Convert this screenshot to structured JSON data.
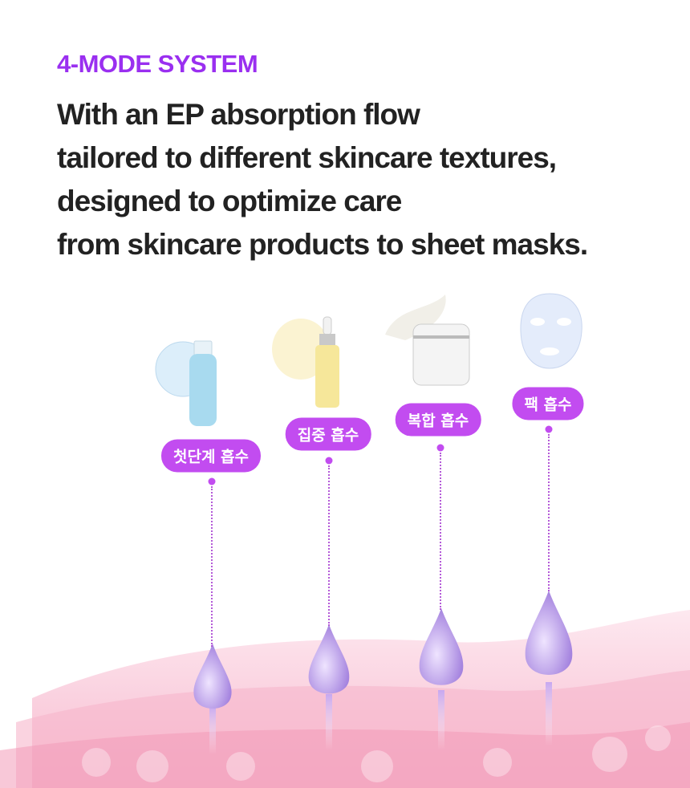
{
  "header": {
    "eyebrow": "4-MODE SYSTEM",
    "headline": [
      "With an EP absorption flow",
      "tailored to different skincare textures,",
      "designed to optimize care",
      "from skincare products to sheet masks."
    ]
  },
  "modes": [
    {
      "label": "첫단계 흡수",
      "product": "toner-bottle"
    },
    {
      "label": "집중 흡수",
      "product": "serum-dropper-bottle"
    },
    {
      "label": "복합 흡수",
      "product": "cream-jar"
    },
    {
      "label": "팩 흡수",
      "product": "sheet-mask"
    }
  ],
  "colors": {
    "accent": "#9a2ff0",
    "badge": "#c24cf0",
    "skin": "#f7b6cc",
    "drop": "#b99be6"
  }
}
